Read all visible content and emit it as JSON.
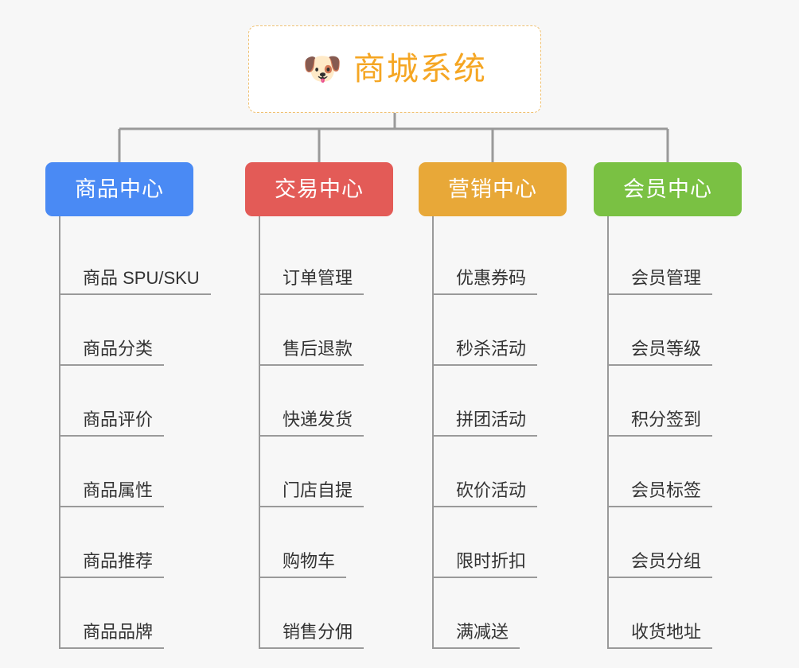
{
  "diagram": {
    "type": "mindmap-tree",
    "background_color": "#f7f7f7",
    "root": {
      "icon": "dog-face-icon",
      "icon_glyph": "🐶",
      "title": "商城系统",
      "title_color": "#f5a623",
      "border_color": "#f0c070",
      "fill_color": "#ffffff"
    },
    "connector_color": "#9a9a9a",
    "item_text_color": "#333333",
    "categories": [
      {
        "label": "商品中心",
        "color": "#4a8af4",
        "items": [
          "商品 SPU/SKU",
          "商品分类",
          "商品评价",
          "商品属性",
          "商品推荐",
          "商品品牌"
        ]
      },
      {
        "label": "交易中心",
        "color": "#e35b57",
        "items": [
          "订单管理",
          "售后退款",
          "快递发货",
          "门店自提",
          "购物车",
          "销售分佣"
        ]
      },
      {
        "label": "营销中心",
        "color": "#e8a838",
        "items": [
          "优惠券码",
          "秒杀活动",
          "拼团活动",
          "砍价活动",
          "限时折扣",
          "满减送"
        ]
      },
      {
        "label": "会员中心",
        "color": "#7ac143",
        "items": [
          "会员管理",
          "会员等级",
          "积分签到",
          "会员标签",
          "会员分组",
          "收货地址"
        ]
      }
    ]
  }
}
